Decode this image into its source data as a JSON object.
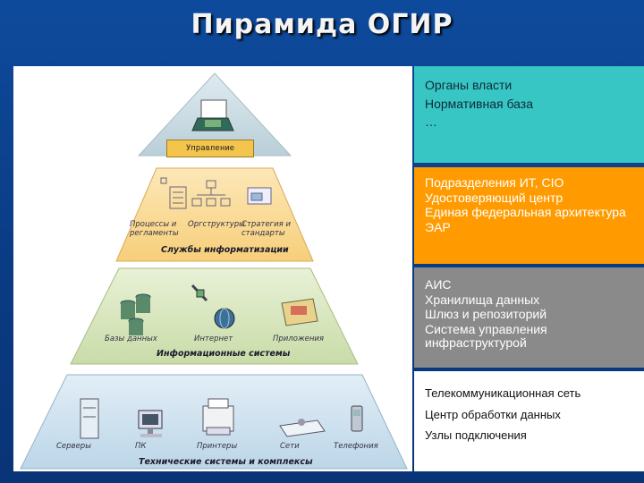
{
  "title": "Пирамида ОГИР",
  "pyramid": {
    "management_label": "Управление",
    "tier2": {
      "title": "Службы информатизации",
      "items": [
        "Процессы и регламенты",
        "Оргструктуры",
        "Стратегия и стандарты"
      ]
    },
    "tier3": {
      "title": "Информационные системы",
      "items": [
        "Базы данных",
        "Интернет",
        "Приложения"
      ]
    },
    "tier4": {
      "title": "Технические системы и комплексы",
      "items": [
        "Серверы",
        "ПК",
        "Принтеры",
        "Сети",
        "Телефония"
      ]
    }
  },
  "panels": {
    "p1": {
      "lines": [
        "Органы власти",
        "Нормативная база",
        "…"
      ]
    },
    "p2": {
      "lines": [
        "Подразделения ИТ, CIO",
        "Удостоверяющий центр",
        "Единая федеральная архитектура",
        "ЭАР"
      ]
    },
    "p3": {
      "lines": [
        "АИС",
        "Хранилища данных",
        "Шлюз и репозиторий",
        "Система управления инфраструктурой"
      ]
    },
    "p4": {
      "lines": [
        "Телекоммуникационная сеть",
        "Центр обработки данных",
        "Узлы подключения"
      ]
    }
  },
  "colors": {
    "background": "#0b3f8a",
    "teal": "#38c6c4",
    "orange": "#ff9b00",
    "gray": "#8a8a8a"
  }
}
